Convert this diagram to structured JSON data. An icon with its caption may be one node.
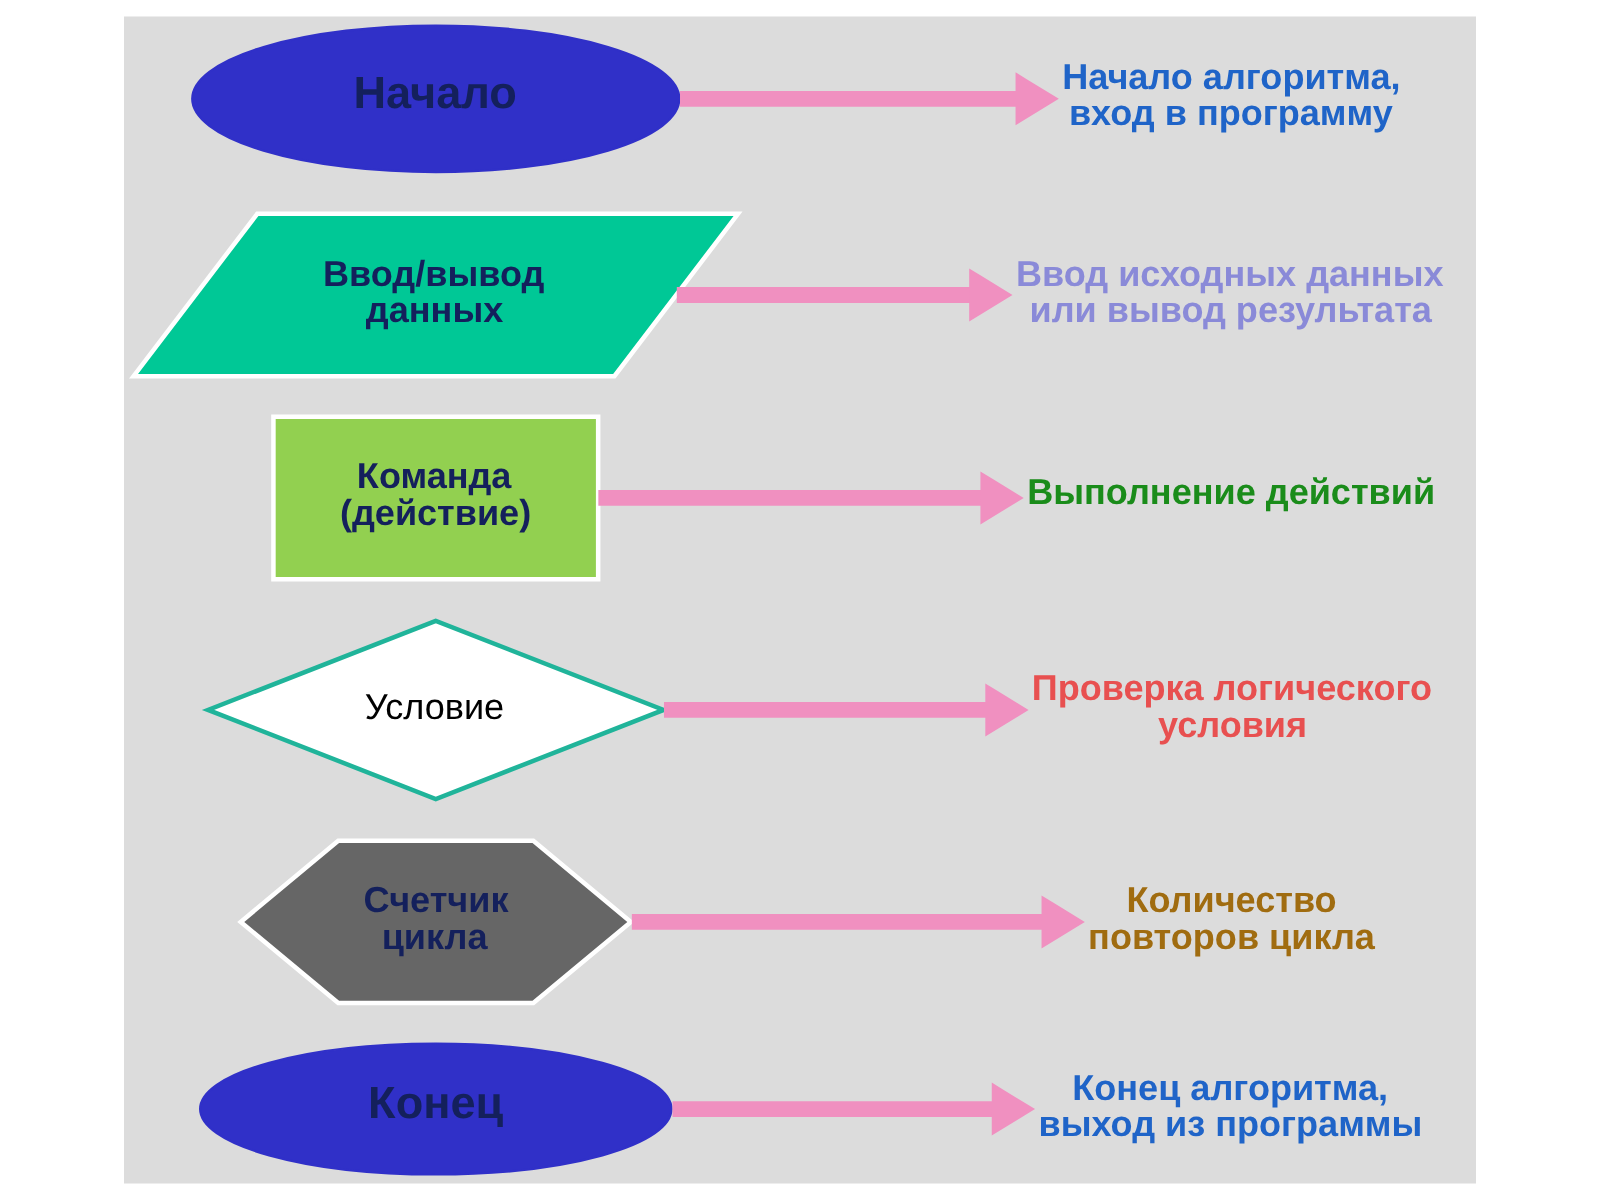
{
  "diagram": {
    "nodes": [
      {
        "text": [
          "Начало"
        ]
      },
      {
        "text": [
          "Начало алгоритма, вход в программу"
        ]
      },
      {
        "text": [
          "Ввод/вывод данных"
        ]
      },
      {
        "text": [
          "Ввод исходных данных или вывод результата"
        ]
      },
      {
        "text": [
          "Команда (действие)"
        ]
      },
      {
        "text": [
          "Выполнение действий"
        ]
      },
      {
        "text": [
          "Условие"
        ]
      },
      {
        "text": [
          "Проверка логического условия"
        ]
      },
      {
        "text": [
          "Счетчик цикла"
        ]
      },
      {
        "text": [
          "Количество повторов цикла"
        ]
      },
      {
        "text": [
          "Конец"
        ]
      },
      {
        "text": [
          "Конец алгоритма, выход из программы"
        ]
      }
    ],
    "edges": [
      {
        "from": 0,
        "to": 1,
        "arrow": "to"
      },
      {
        "from": 2,
        "to": 3,
        "arrow": "to"
      },
      {
        "from": 4,
        "to": 5,
        "arrow": "to"
      },
      {
        "from": 6,
        "to": 7,
        "arrow": "to"
      },
      {
        "from": 8,
        "to": 9,
        "arrow": "to"
      },
      {
        "from": 10,
        "to": 11,
        "arrow": "to"
      }
    ]
  }
}
